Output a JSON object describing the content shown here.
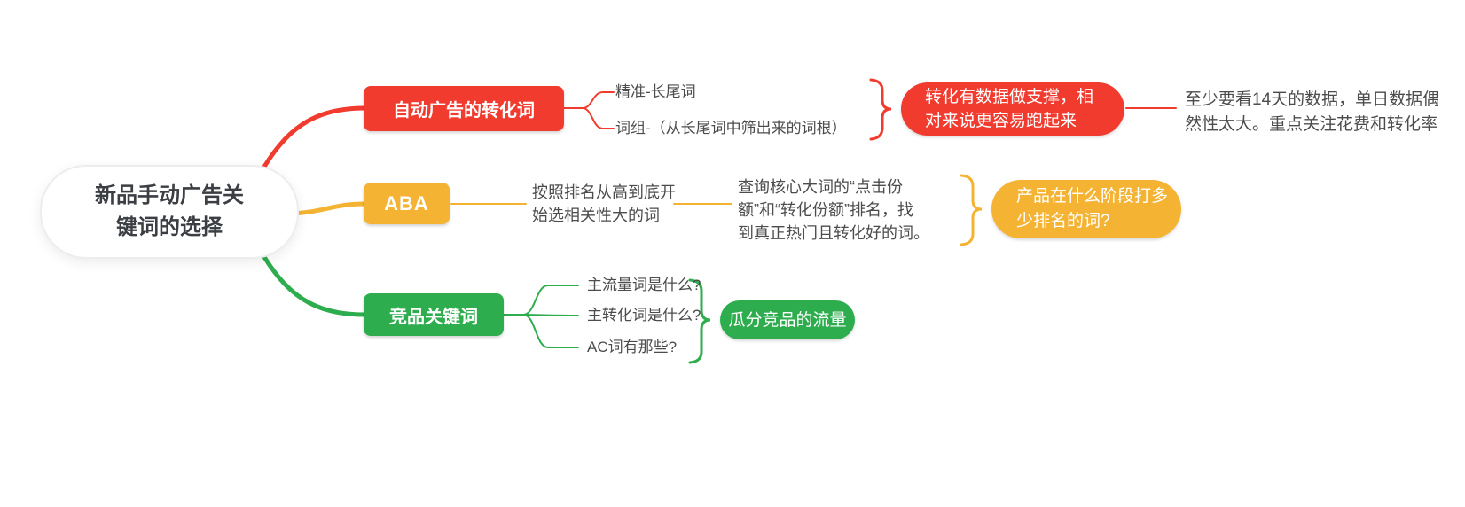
{
  "root": {
    "label": "新品手动广告关\n键词的选择"
  },
  "branches": [
    {
      "id": "auto-ad-conversion-words",
      "color": "#F23B2F",
      "node_label": "自动广告的转化词",
      "children": [
        "精准-长尾词",
        "词组-（从长尾词中筛出来的词根）"
      ],
      "summary_pill": "转化有数据做支撑，相\n对来说更容易跑起来",
      "note": "至少要看14天的数据，单日数据偶\n然性太大。重点关注花费和转化率"
    },
    {
      "id": "aba",
      "color": "#F5B333",
      "node_label": "ABA",
      "children": [
        "按照排名从高到底开\n始选相关性大的词",
        "查询核心大词的“点击份\n额”和“转化份额”排名，找\n到真正热门且转化好的词。"
      ],
      "summary_pill": "产品在什么阶段打多\n少排名的词?"
    },
    {
      "id": "competitor-keywords",
      "color": "#2EAD4E",
      "node_label": "竞品关键词",
      "children": [
        "主流量词是什么?",
        "主转化词是什么?",
        "AC词有那些?"
      ],
      "summary_pill": "瓜分竞品的流量"
    }
  ],
  "colors": {
    "red": "#F23B2F",
    "yellow": "#F5B333",
    "green": "#2EAD4E",
    "root_text": "#3B3E42",
    "body_text": "#4C4C4C",
    "background": "#FFFFFF"
  }
}
